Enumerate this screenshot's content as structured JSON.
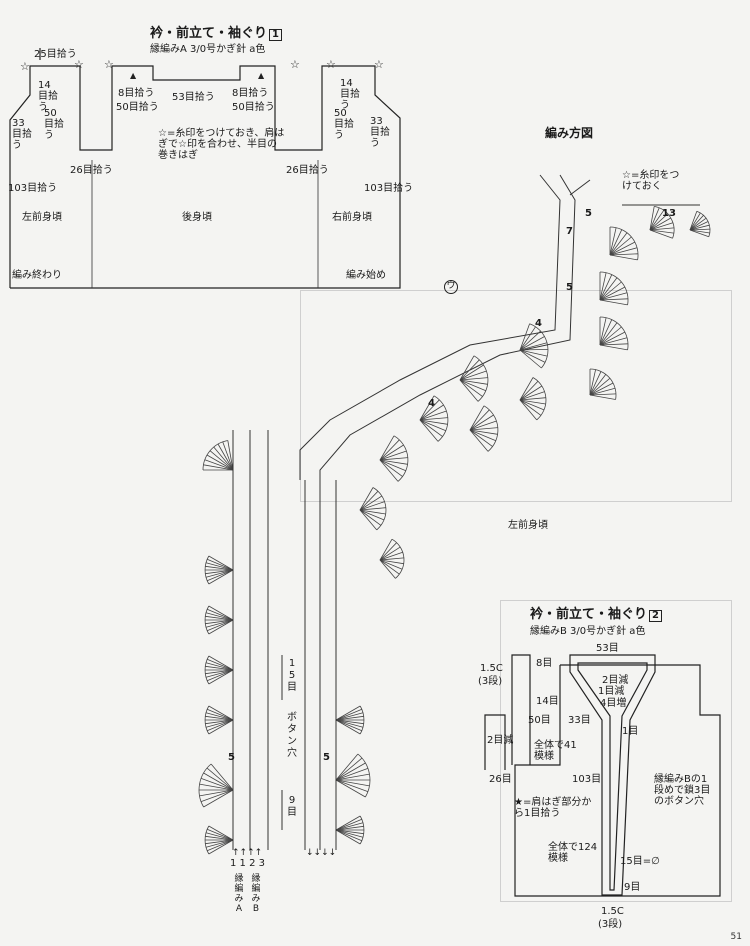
{
  "diagram1": {
    "title": "衿・前立て・袖ぐり",
    "title_num": "1",
    "subtitle": "縁編みA 3/0号かぎ針 a色",
    "labels": {
      "top_25": "25目拾う",
      "l14": "14目拾う",
      "l33": "33目拾う",
      "l50": "50目拾う",
      "c8a": "8目拾う",
      "c50a": "50目拾う",
      "c53": "53目拾う",
      "c8b": "8目拾う",
      "c50b": "50目拾う",
      "r14": "14目拾う",
      "r50": "50目拾う",
      "r33": "33目拾う",
      "l26": "26目拾う",
      "r26": "26目拾う",
      "l103": "103目拾う",
      "r103": "103目拾う",
      "note": "☆=糸印をつけておき、肩はぎで☆印を合わせ、半目の巻きはぎ",
      "left_front": "左前身頃",
      "back": "後身頃",
      "right_front": "右前身頃",
      "end": "編み終わり",
      "start": "編み始め"
    }
  },
  "diagram_main": {
    "title": "編み方図",
    "star_note": "☆=糸印をつけておく",
    "circle_u": "ウ",
    "left_front_label": "左前身頃",
    "counts": {
      "c5a": "5",
      "c13": "13",
      "c7": "7",
      "c5b": "5",
      "c4a": "4",
      "c4b": "4"
    },
    "button_hole": {
      "r15": "15目",
      "botan": "ボタン穴",
      "five_a": "5",
      "five_b": "5",
      "r9": "9目",
      "nums": "1 1 2 3",
      "arrows_up": "↑↑↑↑",
      "arrows_down": "↓↓↓↓",
      "col_a": "縁編みA",
      "col_b": "縁編みB"
    }
  },
  "diagram2": {
    "title": "衿・前立て・袖ぐり",
    "title_num": "2",
    "subtitle": "縁編みB 3/0号かぎ針 a色",
    "labels": {
      "top53": "53目",
      "c15": "1.5C",
      "c15_row": "(3段)",
      "r8": "8目",
      "r14": "14目",
      "r50": "50目",
      "r33": "33目",
      "dec2": "2目減",
      "dec1": "1目減",
      "inc4": "4目増",
      "minus1": "1目",
      "dec2b": "2目減",
      "total41": "全体で41模様",
      "r26": "26目",
      "r103": "103目",
      "note_b": "縁編みBの1段めで鎖3目のボタン穴",
      "star_note": "★=肩はぎ部分から1目拾う",
      "total124": "全体で124模様",
      "r15": "15目=∅",
      "r9": "9目",
      "bot15": "1.5C",
      "bot_row": "(3段)"
    }
  },
  "page_number": "51"
}
